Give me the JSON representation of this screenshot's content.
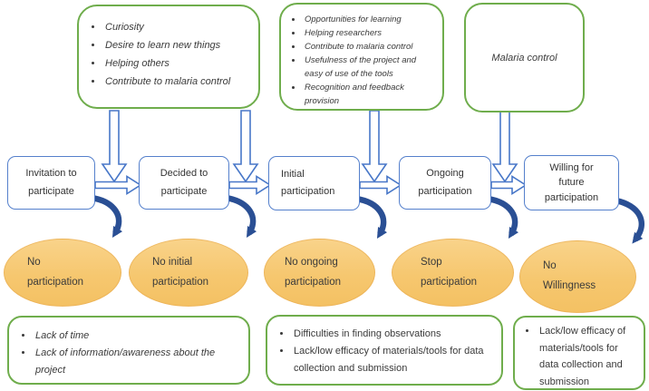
{
  "colors": {
    "box_border_green": "#6fad4c",
    "stage_border_blue": "#5580cc",
    "flow_arrow_blue": "#4877c8",
    "dropout_arrow_dark_blue": "#2a4f94",
    "outcome_fill_orange": "#f7c873",
    "text": "#3a3a3a"
  },
  "motivator_boxes": [
    {
      "items": [
        "Curiosity",
        "Desire to learn new things",
        "Helping others",
        "Contribute to malaria control"
      ]
    },
    {
      "items": [
        "Opportunities for learning",
        "Helping researchers",
        "Contribute to malaria control",
        "Usefulness of the project and easy of use of the tools",
        "Recognition and feedback provision"
      ]
    },
    {
      "label": "Malaria control"
    }
  ],
  "stages": [
    {
      "label": "Invitation to participate"
    },
    {
      "label": "Decided to participate"
    },
    {
      "label": "Initial participation"
    },
    {
      "label": "Ongoing participation"
    },
    {
      "label": "Willing for future participation"
    }
  ],
  "outcomes": [
    {
      "lines": [
        "No",
        "participation"
      ]
    },
    {
      "lines": [
        "No initial",
        "participation"
      ]
    },
    {
      "lines": [
        "No ongoing",
        "participation"
      ]
    },
    {
      "lines": [
        "Stop",
        "participation"
      ]
    },
    {
      "lines": [
        "No",
        "Willingness"
      ]
    }
  ],
  "barrier_boxes": [
    {
      "items": [
        "Lack of time",
        "Lack of information/awareness about the project"
      ]
    },
    {
      "items": [
        "Difficulties in finding observations",
        "Lack/low efficacy of materials/tools for data collection and submission"
      ]
    },
    {
      "items": [
        "Lack/low efficacy of materials/tools for data collection and submission"
      ]
    }
  ]
}
